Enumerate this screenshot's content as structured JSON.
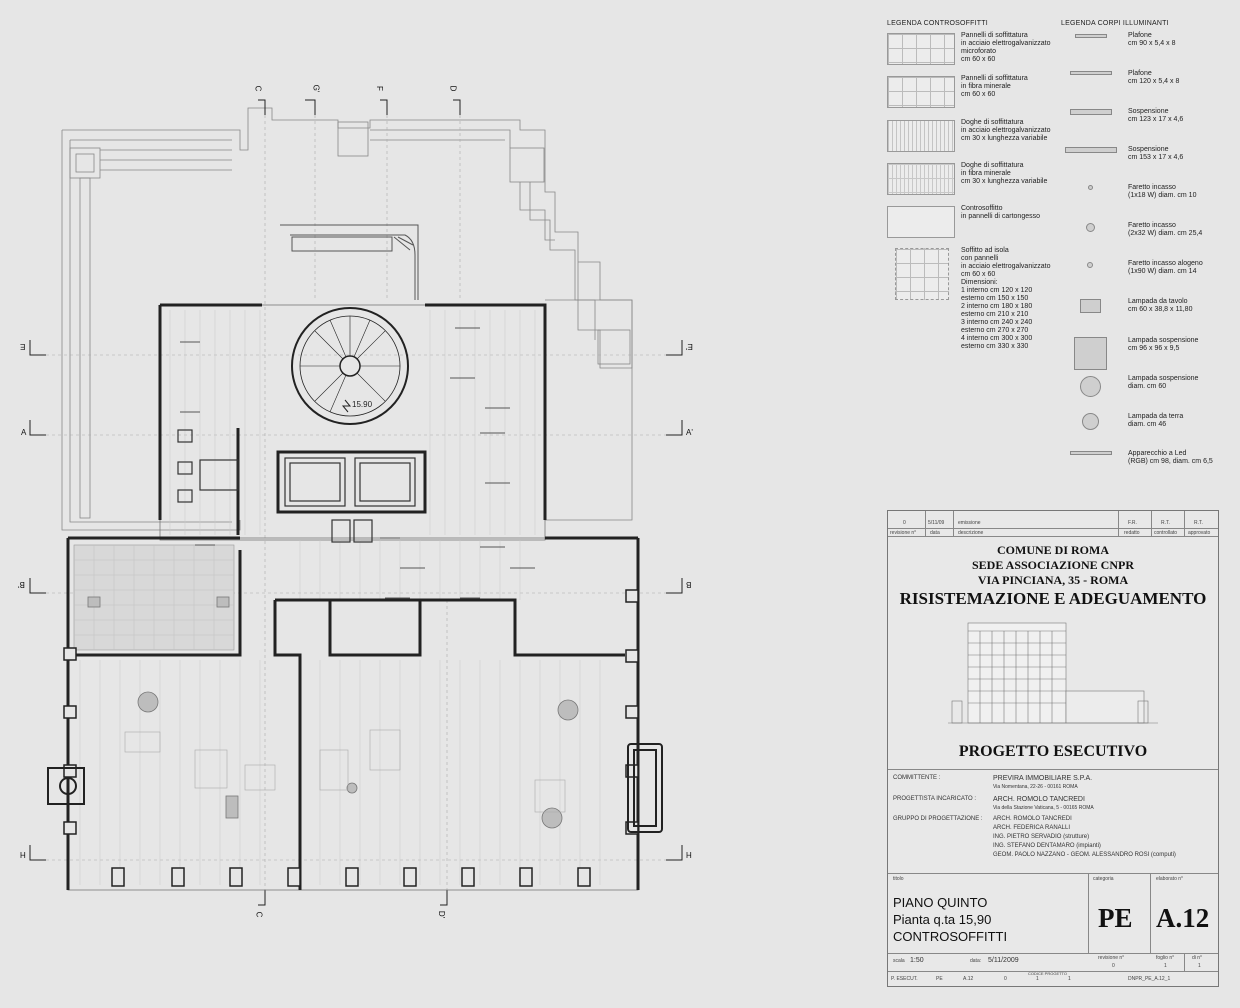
{
  "sections": {
    "top": [
      "C",
      "G'",
      "F",
      "D"
    ],
    "bottom": [
      "C",
      "D'"
    ],
    "left": [
      "E",
      "A",
      "B'",
      "H"
    ],
    "right": [
      "E'",
      "A'",
      "B",
      "H"
    ]
  },
  "plan": {
    "elevation_label": "15.90"
  },
  "legend_ceiling": {
    "title": "LEGENDA CONTROSOFFITTI",
    "items": [
      "Pannelli di soffittatura\nin acciaio elettrogalvanizzato\nmicroforato\ncm 60 x 60",
      "Pannelli di soffittatura\nin fibra minerale\ncm 60 x 60",
      "Doghe di soffittatura\nin acciaio elettrogalvanizzato\ncm 30 x lunghezza variabile",
      "Doghe di soffittatura\nin fibra minerale\ncm 30 x lunghezza variabile",
      "Controsoffitto\nin pannelli di cartongesso",
      "Soffitto ad isola\ncon pannelli\nin acciaio elettrogalvanizzato\ncm 60 x 60\nDimensioni:\n1   interno cm 120 x 120\n     esterno cm 150 x 150\n2   interno cm 180 x 180\n     esterno cm 210 x 210\n3   interno cm 240 x 240\n     esterno cm 270 x 270\n4   interno cm 300 x 300\n     esterno cm 330 x 330"
    ]
  },
  "legend_lights": {
    "title": "LEGENDA CORPI ILLUMINANTI",
    "items": [
      "Plafone\ncm 90 x 5,4 x 8",
      "Plafone\ncm 120 x 5,4 x 8",
      "Sospensione\ncm 123 x 17 x 4,6",
      "Sospensione\ncm 153 x 17 x 4,6",
      "Faretto incasso\n(1x18 W) diam. cm 10",
      "Faretto incasso\n(2x32 W) diam. cm 25,4",
      "Faretto incasso alogeno\n(1x90 W) diam. cm 14",
      "Lampada da tavolo\ncm 60 x 38,8 x 11,80",
      "Lampada sospensione\ncm 96 x 96 x 9,5",
      "Lampada sospensione\ndiam. cm 60",
      "Lampada da terra\ndiam. cm 46",
      "Apparecchio a Led\n(RGB) cm 98, diam. cm 6,5"
    ]
  },
  "title_block": {
    "revision": {
      "number": "0",
      "date": "5/11/09",
      "description": "emissione",
      "drawn": "F.R.",
      "checked": "R.T.",
      "approved": "R.T."
    },
    "revision_headers": [
      "revisione n°",
      "data",
      "descrizione",
      "redatto",
      "controllato",
      "approvato"
    ],
    "client_lines": [
      "COMUNE DI ROMA",
      "SEDE ASSOCIAZIONE CNPR",
      "VIA PINCIANA, 35 - ROMA"
    ],
    "project_title": "RISISTEMAZIONE E ADEGUAMENTO",
    "phase": "PROGETTO ESECUTIVO",
    "committente_label": "COMMITTENTE :",
    "committente": "PREVIRA IMMOBILIARE S.P.A.",
    "committente_addr": "Via Nomentana, 22-26 - 00161 ROMA",
    "progettista_label": "PROGETTISTA INCARICATO :",
    "progettista": "ARCH. ROMOLO TANCREDI",
    "progettista_addr": "Via della Stazione Vaticana, 5 - 00165 ROMA",
    "gruppo_label": "GRUPPO DI PROGETTAZIONE :",
    "gruppo": [
      "ARCH. ROMOLO TANCREDI",
      "ARCH. FEDERICA RANALLI",
      "ING. PIETRO SERVADIO (strutture)",
      "ING. STEFANO DENTAMARO (impianti)",
      "GEOM. PAOLO NAZZANO - GEOM. ALESSANDRO ROSI (computi)"
    ],
    "titolo_label": "titolo",
    "categoria_label": "categoria",
    "elaborato_label": "elaborato n°",
    "title_lines": [
      "PIANO QUINTO",
      "Pianta q.ta 15,90",
      "CONTROSOFFITTI"
    ],
    "categoria": "PE",
    "elaborato": "A.12",
    "scala_label": "scala",
    "scala": "1:50",
    "data_label": "data:",
    "data": "5/11/2009",
    "revisione_label": "revisione n°",
    "revisione": "0",
    "foglio_label": "foglio n°",
    "foglio": "1",
    "di_label": "di n°",
    "di": "1",
    "footer_headers": [
      "P. ESECUT.",
      "PE",
      "A.12",
      "0",
      "1",
      "1",
      "DNPR_PE_A.12_1"
    ],
    "footer_codice": "CODICE PROGETTO"
  }
}
